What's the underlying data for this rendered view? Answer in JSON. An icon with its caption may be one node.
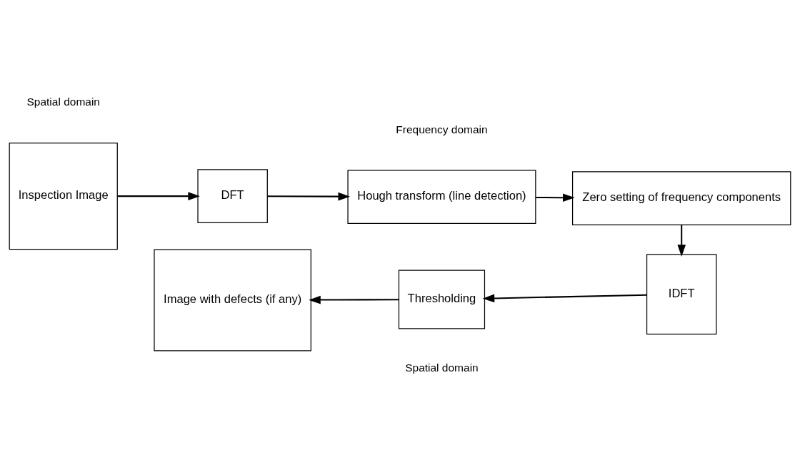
{
  "diagram": {
    "nodes": [
      {
        "text": [
          "Inspection Image"
        ]
      },
      {
        "text": [
          "DFT"
        ]
      },
      {
        "text": [
          "Hough transform (line detection)"
        ]
      },
      {
        "text": [
          "Zero setting of frequency components"
        ]
      },
      {
        "text": [
          "IDFT"
        ]
      },
      {
        "text": [
          "Thresholding"
        ]
      },
      {
        "text": [
          "Image with defects (if any)"
        ]
      }
    ],
    "edges": [
      {
        "from": 0,
        "to": 1,
        "arrow": "to"
      },
      {
        "from": 1,
        "to": 2,
        "arrow": "to"
      },
      {
        "from": 2,
        "to": 3,
        "arrow": "to"
      },
      {
        "from": 3,
        "to": 4,
        "arrow": "to"
      },
      {
        "from": 4,
        "to": 5,
        "arrow": "to"
      },
      {
        "from": 5,
        "to": 6,
        "arrow": "to"
      }
    ],
    "labels": [
      "Spatial domain",
      "Frequency domain",
      "Spatial domain"
    ]
  }
}
